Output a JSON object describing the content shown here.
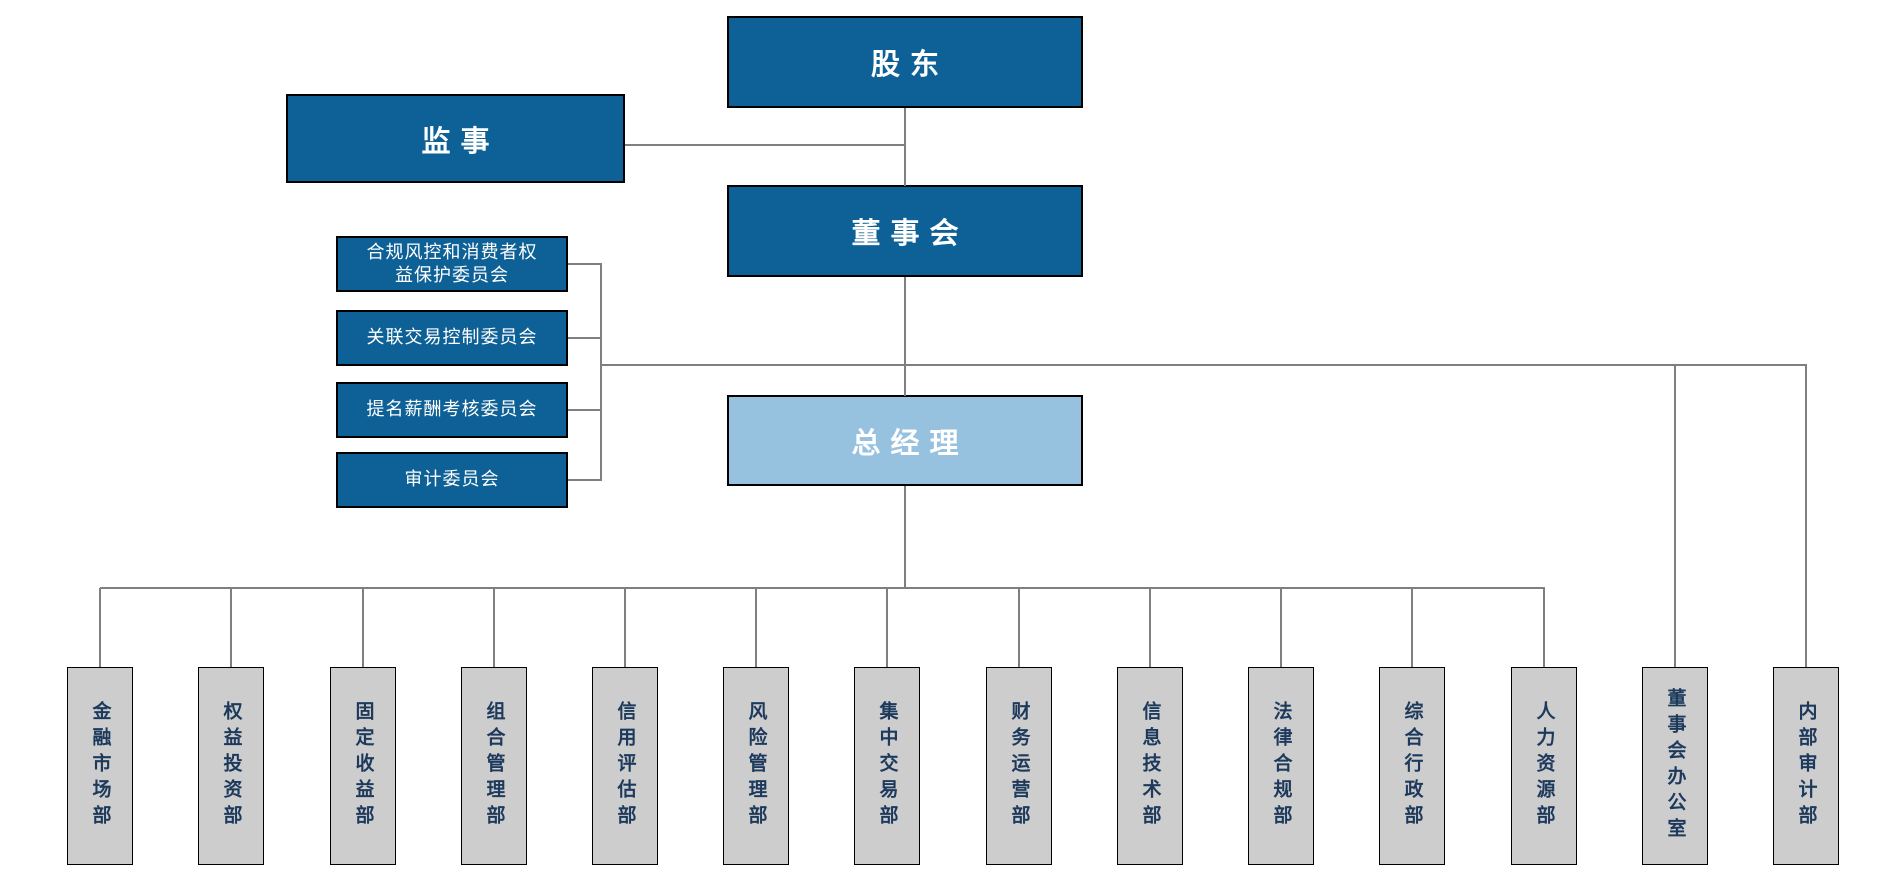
{
  "diagram_type": "org-chart",
  "colors": {
    "primary_blue": "#0E6196",
    "light_blue": "#97C2DF",
    "department_fill": "#CDCDCD",
    "department_text": "#1D3A5C",
    "connector_gray": "#7F7F7F",
    "box_border": "#000000",
    "node_text": "#FFFFFF"
  },
  "nodes": {
    "shareholders": {
      "label": "股东"
    },
    "supervisor": {
      "label": "监事"
    },
    "board": {
      "label": "董事会"
    },
    "general_manager": {
      "label": "总经理"
    }
  },
  "committees": [
    "合规风控和消费者权\n益保护委员会",
    "关联交易控制委员会",
    "提名薪酬考核委员会",
    "审计委员会"
  ],
  "departments": {
    "general_manager": [
      "金融市场部",
      "权益投资部",
      "固定收益部",
      "组合管理部",
      "信用评估部",
      "风险管理部",
      "集中交易部",
      "财务运营部",
      "信息技术部",
      "法律合规部",
      "综合行政部",
      "人力资源部"
    ],
    "board": [
      "董事会办公室",
      "内部审计部"
    ]
  }
}
